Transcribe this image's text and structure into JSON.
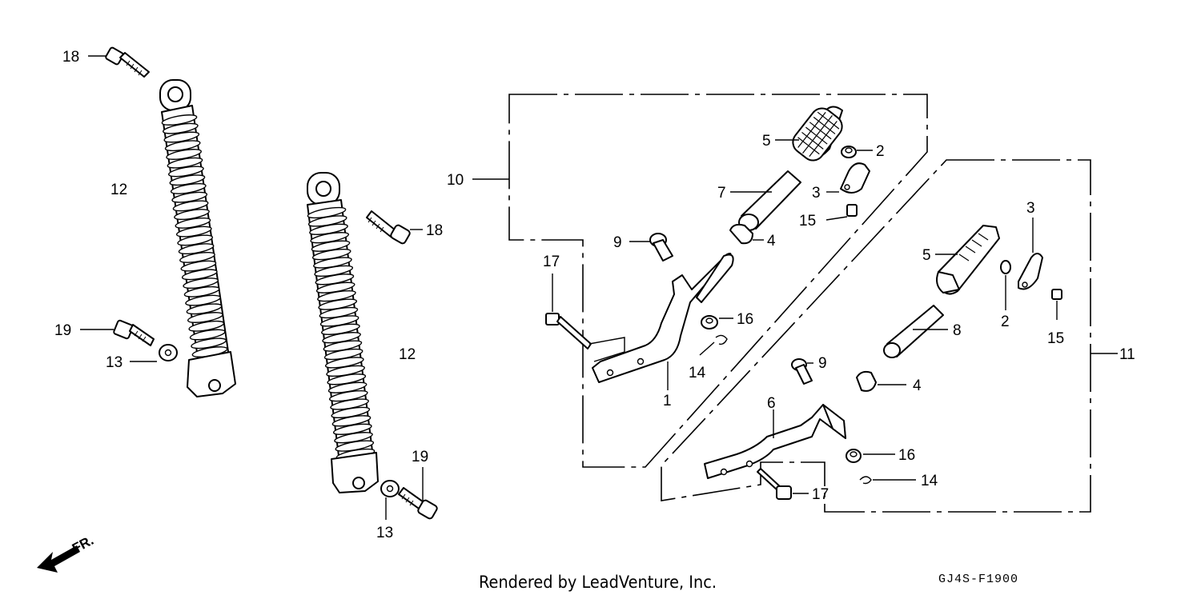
{
  "callouts": {
    "c1": "1",
    "c2a": "2",
    "c2b": "2",
    "c3a": "3",
    "c3b": "3",
    "c4a": "4",
    "c4b": "4",
    "c5a": "5",
    "c5b": "5",
    "c6": "6",
    "c7": "7",
    "c8": "8",
    "c9a": "9",
    "c9b": "9",
    "c10": "10",
    "c11": "11",
    "c12a": "12",
    "c12b": "12",
    "c13a": "13",
    "c13b": "13",
    "c14a": "14",
    "c14b": "14",
    "c15a": "15",
    "c15b": "15",
    "c16a": "16",
    "c16b": "16",
    "c17a": "17",
    "c17b": "17",
    "c18a": "18",
    "c18b": "18",
    "c19a": "19",
    "c19b": "19"
  },
  "direction_label": "FR.",
  "credit": "Rendered by LeadVenture, Inc.",
  "diagram_code": "GJ4S-F1900",
  "colors": {
    "line": "#000000",
    "background": "#ffffff"
  }
}
